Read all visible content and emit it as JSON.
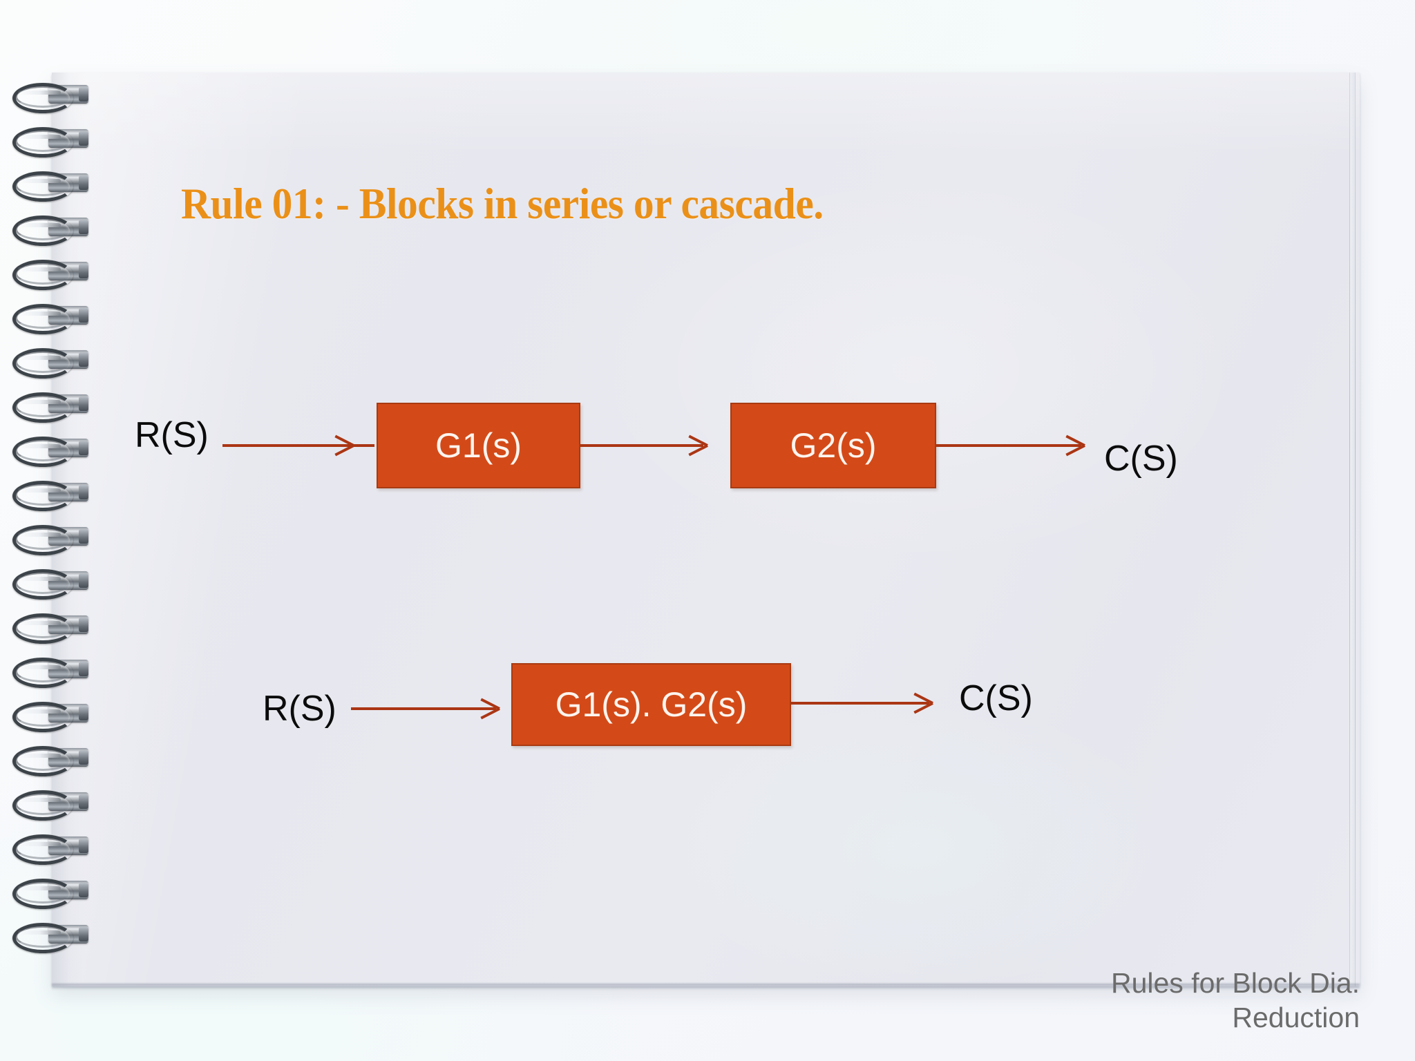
{
  "slide": {
    "title": "Rule 01: - Blocks in series or cascade.",
    "title_color": "#ea9018",
    "page_background": "#e8e9ef",
    "block_fill": "#d34a18",
    "block_border": "#a93a11",
    "connector_color": "#ab3614",
    "label_color": "#0b0b0b",
    "footer_color": "#6b6b6b"
  },
  "footer": {
    "line1": "Rules for Block Dia.",
    "line2": "Reduction"
  },
  "diagram": {
    "row1": {
      "input_label": "R(S)",
      "blocks": [
        {
          "label": "G1(s)"
        },
        {
          "label": "G2(s)"
        }
      ],
      "output_label": "C(S)"
    },
    "row2": {
      "input_label": "R(S)",
      "blocks": [
        {
          "label": "G1(s). G2(s)"
        }
      ],
      "output_label": "C(S)"
    }
  },
  "icons": {
    "spiral": "spiral-binding-icon",
    "arrow": "arrow-right-icon"
  }
}
